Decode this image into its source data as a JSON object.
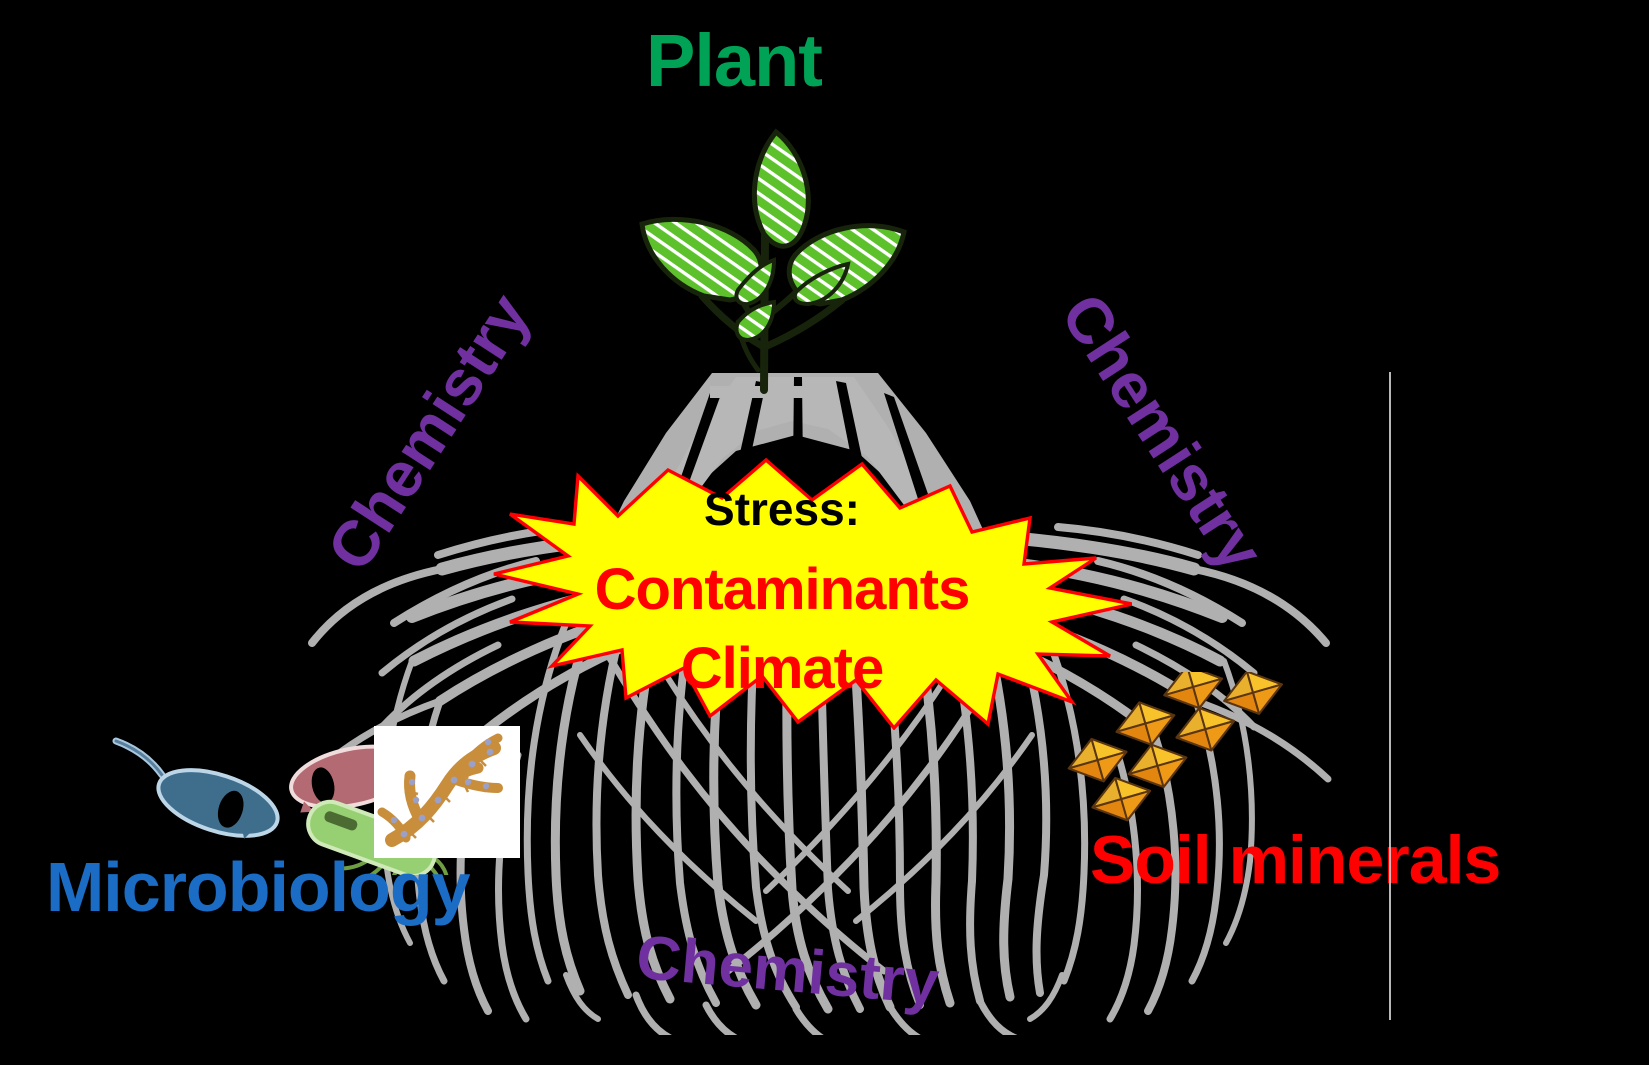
{
  "figure": {
    "background_color": "#000000",
    "title_labels": {
      "plant": {
        "text": "Plant",
        "color": "#00a355"
      },
      "microbiology": {
        "text": "Microbiology",
        "color": "#1a6cc4"
      },
      "soil_minerals": {
        "text": "Soil minerals",
        "color": "#ff0000"
      },
      "chemistry_left": {
        "text": "Chemistry",
        "color": "#7030a0"
      },
      "chemistry_right": {
        "text": "Chemistry",
        "color": "#7030a0"
      },
      "chemistry_bottom": {
        "text": "Chemistry",
        "color": "#7030a0"
      }
    },
    "starburst": {
      "fill_color": "#ffff00",
      "outline_color": "#ff0000",
      "heading": "Stress:",
      "heading_color": "#000000",
      "item_one": "Contaminants",
      "item_two": "Climate",
      "item_color": "#ff0000"
    },
    "illustrations": {
      "plant": "green-seedling-icon",
      "roots": "grey-root-system-icon",
      "minerals": "orange-octahedra-lattice-icon",
      "microbes": "soil-microbe-cells-icon",
      "fungus": "fungal-hypha-icon"
    }
  }
}
